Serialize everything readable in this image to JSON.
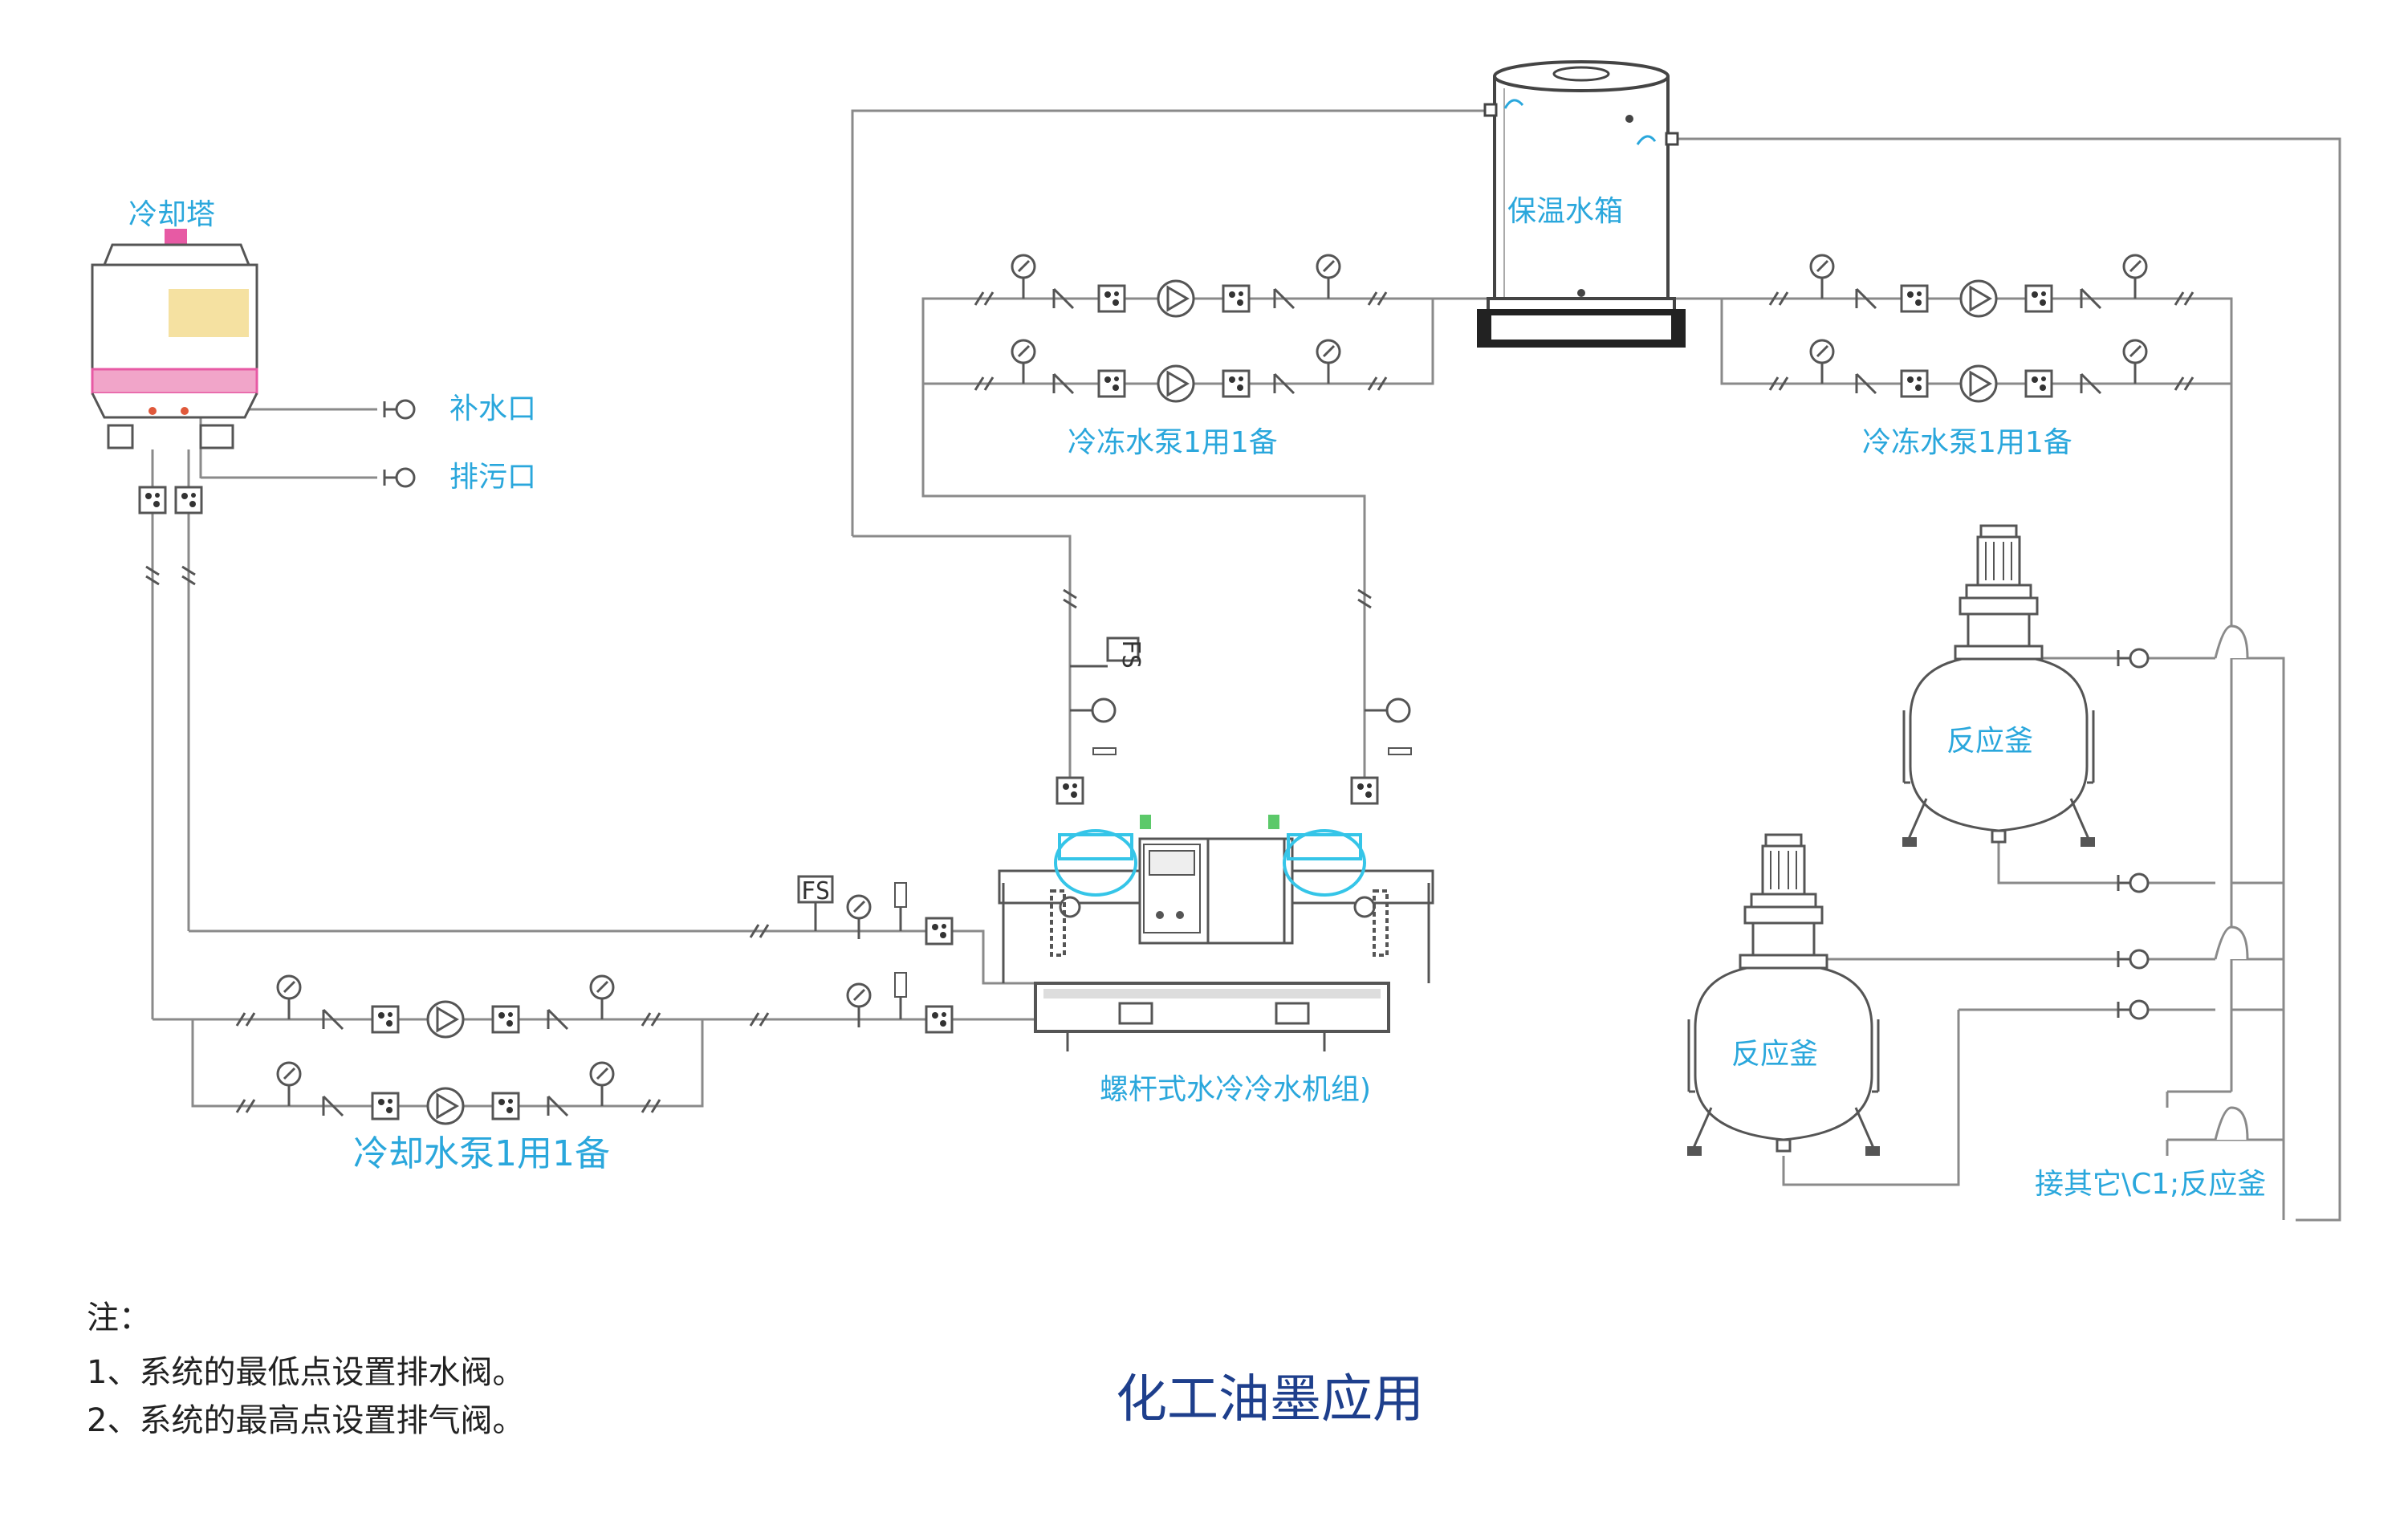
{
  "labels": {
    "cooling_tower": "冷却塔",
    "makeup_water": "补水口",
    "drain_outlet": "排污口",
    "insulated_tank": "保温水箱",
    "chilled_pump_left": "冷冻水泵1用1备",
    "chilled_pump_right": "冷冻水泵1用1备",
    "cooling_pump": "冷却水泵1用1备",
    "screw_chiller": "螺杆式水冷冷水机组)",
    "reactor_upper": "反应釜",
    "reactor_lower": "反应釜",
    "other_reactors": "接其它\\C1;反应釜",
    "fs_top": "FS",
    "fs_left": "FS"
  },
  "notes": {
    "heading": "注：",
    "line1": "1、系统的最低点设置排水阀。",
    "line2": "2、系统的最高点设置排气阀。"
  },
  "title": "化工油墨应用",
  "colors": {
    "line": "#8a8a8a",
    "label": "#2aa7dc",
    "title": "#1e3f8c",
    "tower_pink": "#e75aa4",
    "tower_fill": "#f3d98a",
    "chiller_cyan": "#35c5e8",
    "chiller_green": "#5cc96a"
  }
}
